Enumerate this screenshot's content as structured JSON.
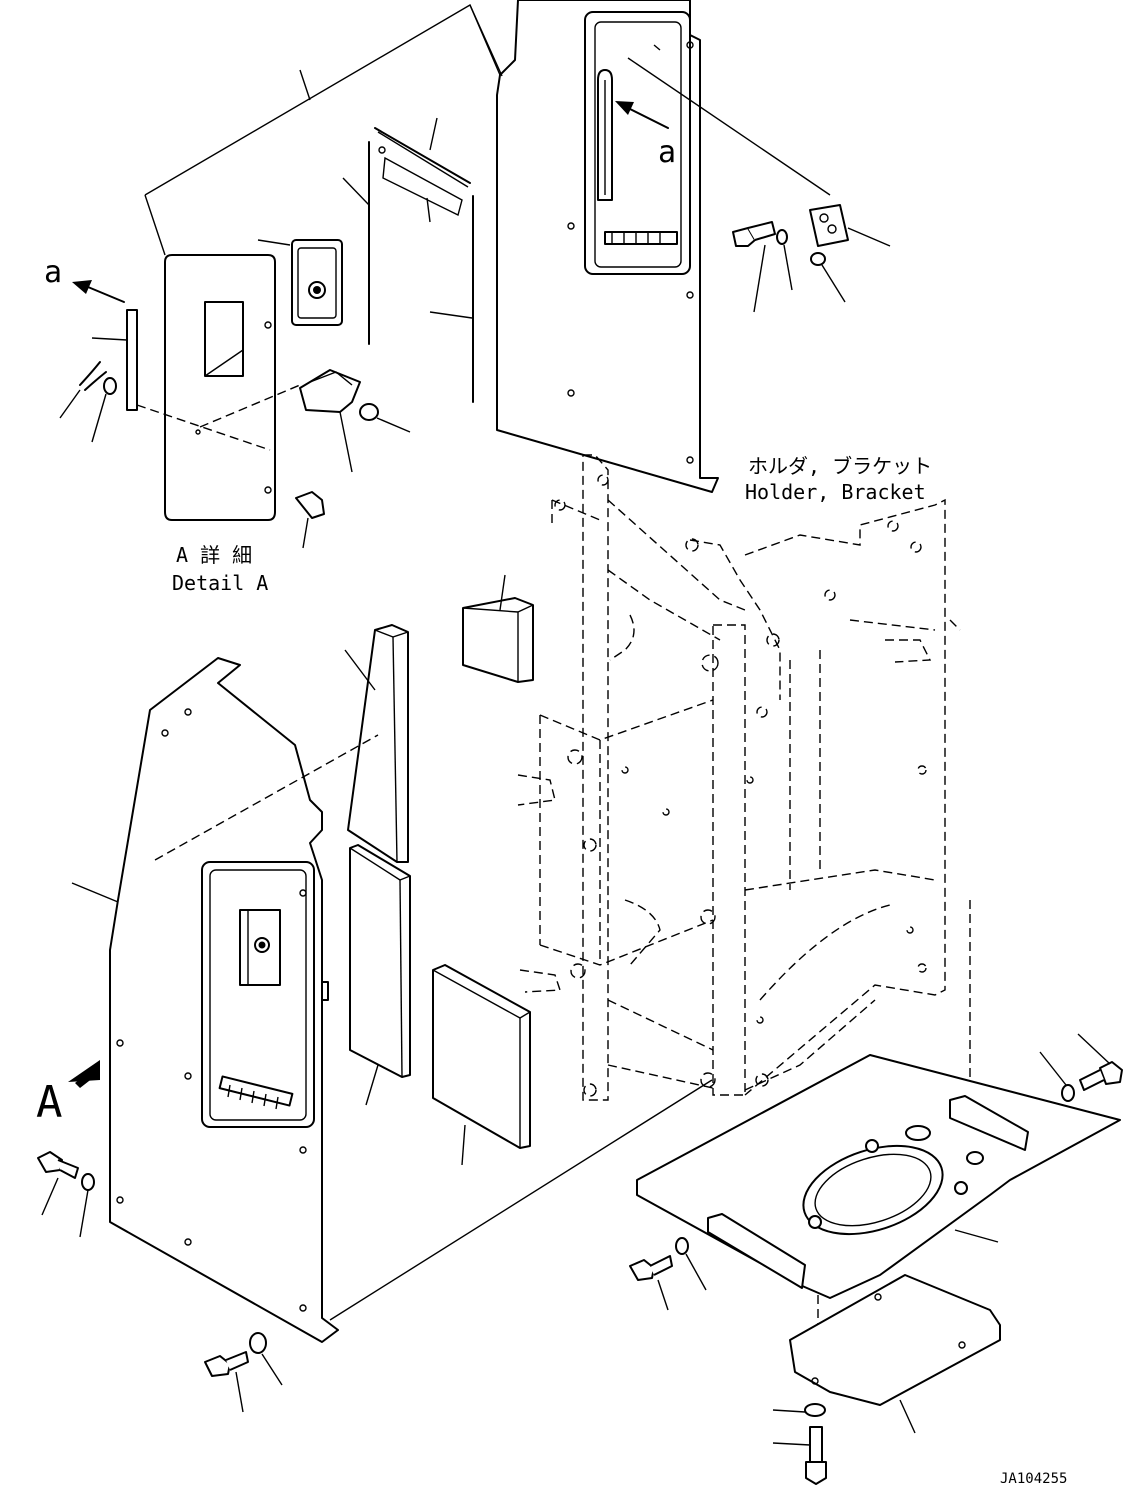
{
  "labels": {
    "holder_jp": "ホルダ, ブラケット",
    "holder_en": "Holder, Bracket",
    "detail_jp": "A 詳 細",
    "detail_en": "Detail A",
    "view_a": "A",
    "arrow_a_top": "a",
    "arrow_a_left": "a",
    "drawing_id": "JA104255"
  }
}
